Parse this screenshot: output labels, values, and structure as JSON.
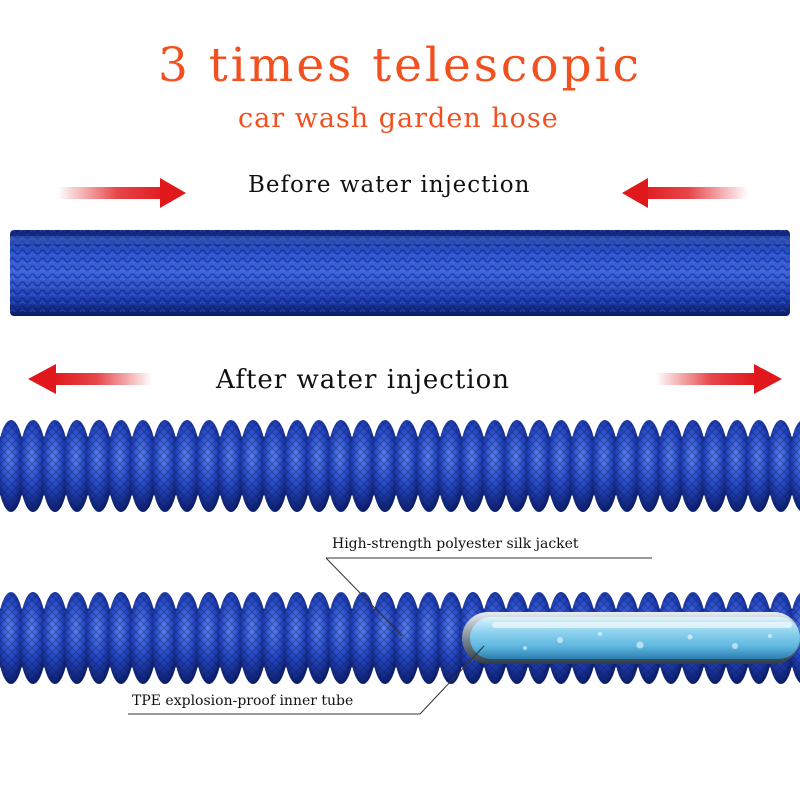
{
  "header": {
    "title": "3 times telescopic",
    "subtitle": "car wash garden hose"
  },
  "sections": {
    "before_label": "Before water injection",
    "after_label": "After water injection"
  },
  "callouts": {
    "jacket": "High-strength polyester silk jacket",
    "inner_tube": "TPE explosion-proof inner tube"
  },
  "colors": {
    "title": "#f2501e",
    "arrow": "#e0181c",
    "hose": "#1f3fb3",
    "hose_dark": "#0c1f70",
    "hose_light": "#4f79e8",
    "tube": "#8fd3ef"
  }
}
